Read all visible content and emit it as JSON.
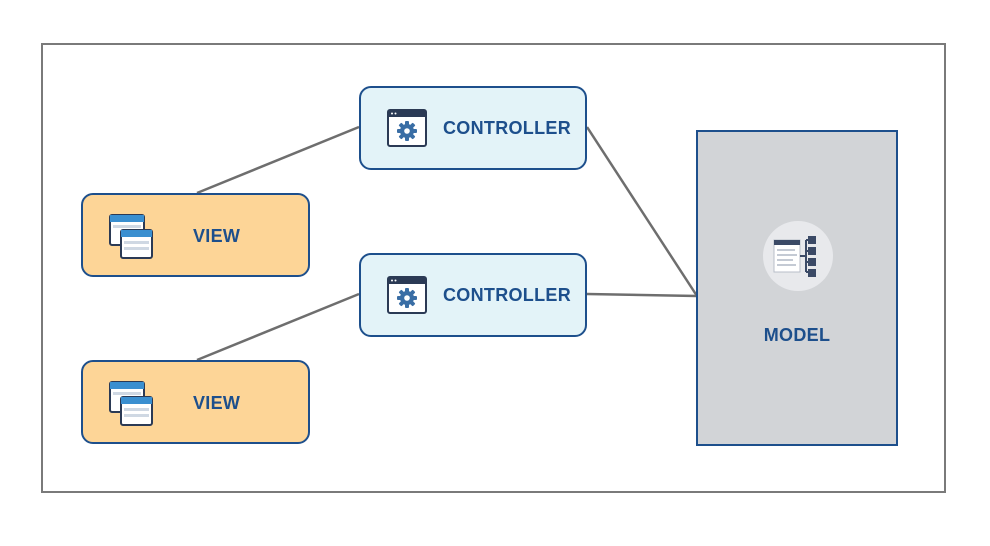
{
  "diagram": {
    "views": [
      {
        "label": "VIEW",
        "icon": "browser-windows-icon"
      },
      {
        "label": "VIEW",
        "icon": "browser-windows-icon"
      }
    ],
    "controllers": [
      {
        "label": "CONTROLLER",
        "icon": "gear-window-icon"
      },
      {
        "label": "CONTROLLER",
        "icon": "gear-window-icon"
      }
    ],
    "model": {
      "label": "MODEL",
      "icon": "database-hierarchy-icon"
    },
    "colors": {
      "view_fill": "#fdd597",
      "controller_fill": "#e3f3f8",
      "model_fill": "#d2d4d7",
      "border": "#1d4f8c",
      "connector": "#6e6e6e"
    }
  }
}
